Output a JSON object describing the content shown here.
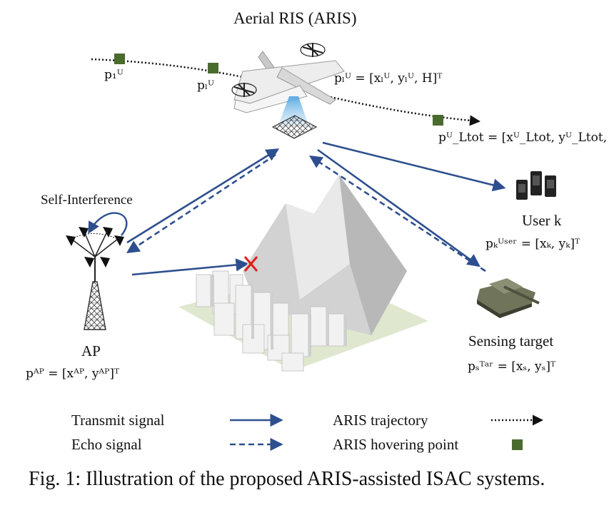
{
  "diagram": {
    "title": "Aerial RIS (ARIS)",
    "labels": {
      "p1": "p₁ᵁ",
      "pl": "pₗᵁ",
      "pl_eq": "pₗᵁ = [xₗᵁ, yₗᵁ, H]ᵀ",
      "pL_eq": "pᵁ_Ltot = [xᵁ_Ltot, yᵁ_Ltot, H]ᵀ",
      "self_interference": "Self-Interference",
      "user": "User k",
      "user_eq": "pₖᵁˢᵉʳ = [xₖ, yₖ]ᵀ",
      "ap": "AP",
      "ap_eq": "pᴬᴾ = [xᴬᴾ, yᴬᴾ]ᵀ",
      "target": "Sensing target",
      "target_eq": "pₛᵀᵃʳ = [xₛ, yₛ]ᵀ"
    },
    "legend": {
      "transmit": "Transmit signal",
      "echo": "Echo signal",
      "trajectory": "ARIS trajectory",
      "hover": "ARIS hovering point"
    },
    "caption": "Fig. 1: Illustration of the proposed ARIS-assisted ISAC systems."
  },
  "colors": {
    "signal": "#2e4f8f",
    "hover_point": "#4b6b2e",
    "target_mark": "#e0201b",
    "building": "#e6e6e6",
    "mountain": "#cfcfcf"
  }
}
